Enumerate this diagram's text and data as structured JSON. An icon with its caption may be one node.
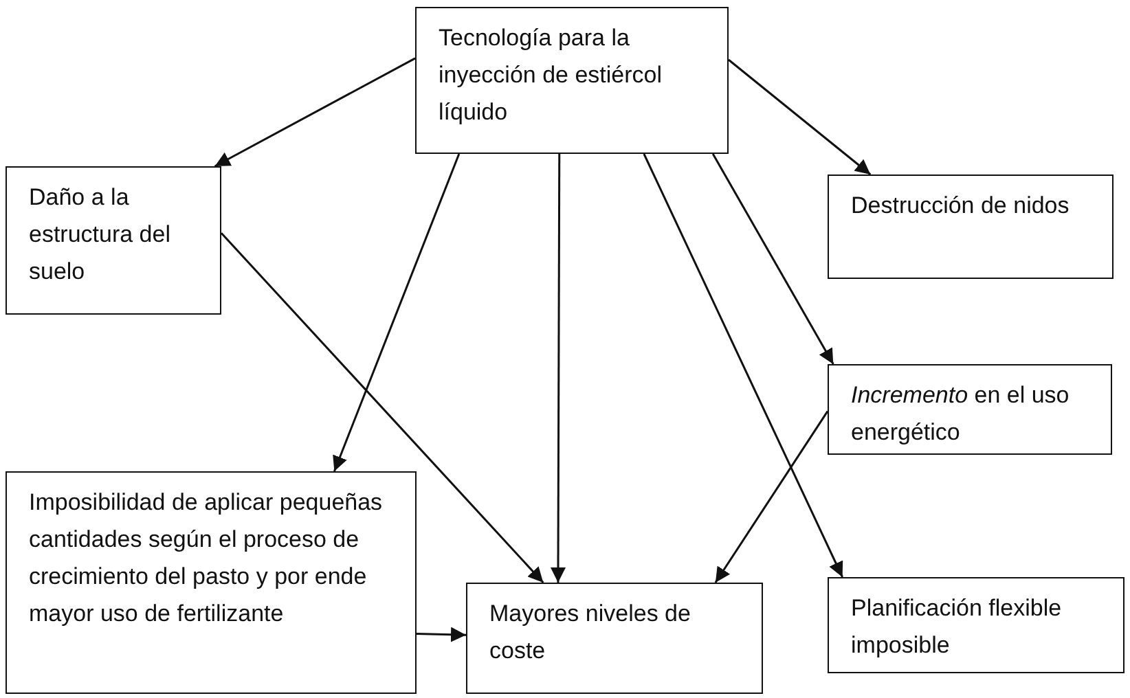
{
  "diagram": {
    "nodes": [
      {
        "text": [
          "Tecnología para la inyección de estiércol líquido"
        ]
      },
      {
        "text": [
          "Daño a la estructura del suelo"
        ]
      },
      {
        "text": [
          "Destrucción de nidos"
        ]
      },
      {
        "text": [
          "*Incremento* en el uso energético"
        ]
      },
      {
        "text": [
          "Imposibilidad de aplicar pequeñas cantidades según el proceso de crecimiento del pasto y por ende mayor uso de fertilizante"
        ]
      },
      {
        "text": [
          "Mayores niveles de coste"
        ]
      },
      {
        "text": [
          "Planificación flexible imposible"
        ]
      }
    ],
    "edges": [
      {
        "from": 0,
        "to": 1,
        "arrow": "to"
      },
      {
        "from": 0,
        "to": 2,
        "arrow": "to"
      },
      {
        "from": 0,
        "to": 4,
        "arrow": "to"
      },
      {
        "from": 0,
        "to": 5,
        "arrow": "to"
      },
      {
        "from": 0,
        "to": 3,
        "arrow": "to"
      },
      {
        "from": 0,
        "to": 6,
        "arrow": "to"
      },
      {
        "from": 1,
        "to": 5,
        "arrow": "to"
      },
      {
        "from": 3,
        "to": 5,
        "arrow": "to"
      },
      {
        "from": 4,
        "to": 5,
        "arrow": "to"
      }
    ]
  }
}
